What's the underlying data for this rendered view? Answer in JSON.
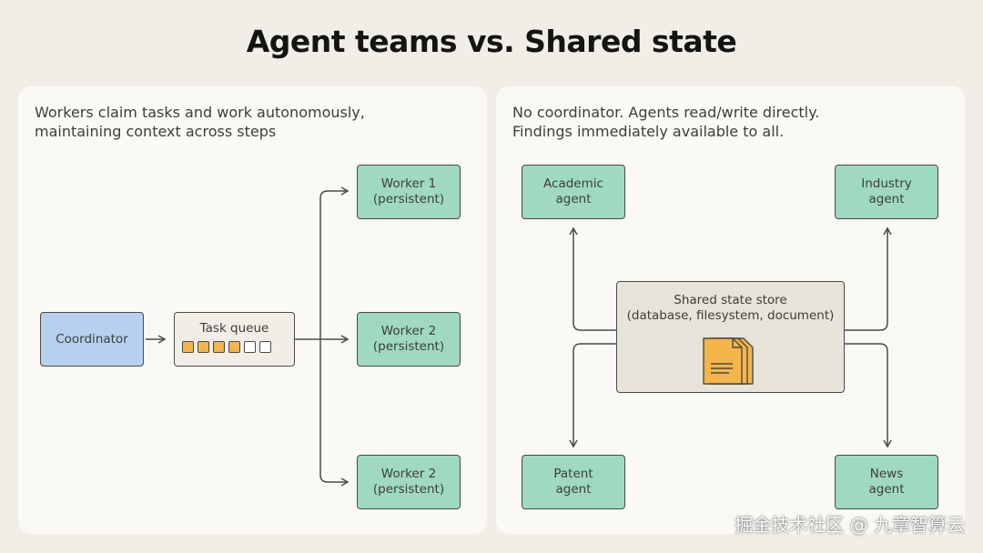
{
  "title": "Agent teams vs. Shared state",
  "left": {
    "caption": "Workers claim tasks and work autonomously,\nmaintaining context across steps",
    "coordinator": "Coordinator",
    "queue": {
      "label": "Task queue",
      "slots_filled": 4,
      "slots_total": 6
    },
    "workers": [
      {
        "line1": "Worker 1",
        "line2": "(persistent)"
      },
      {
        "line1": "Worker 2",
        "line2": "(persistent)"
      },
      {
        "line1": "Worker 2",
        "line2": "(persistent)"
      }
    ]
  },
  "right": {
    "caption": "No coordinator. Agents read/write directly.\nFindings immediately available to all.",
    "store": {
      "line1": "Shared state store",
      "line2": "(database, filesystem, document)"
    },
    "agents": [
      {
        "line1": "Academic",
        "line2": "agent"
      },
      {
        "line1": "Industry",
        "line2": "agent"
      },
      {
        "line1": "Patent",
        "line2": "agent"
      },
      {
        "line1": "News",
        "line2": "agent"
      }
    ]
  },
  "colors": {
    "node_green": "#9fd9c0",
    "coordinator_blue": "#b6d0ee",
    "queue_filled": "#f4b54a",
    "document_orange": "#f4b54a"
  },
  "watermark": "掘金技术社区 @ 九章智算云"
}
